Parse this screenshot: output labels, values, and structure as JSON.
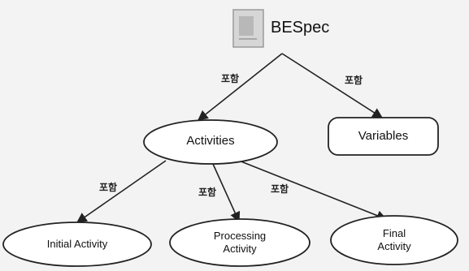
{
  "root": {
    "label": "BESpec",
    "icon": "document-icon"
  },
  "nodes": {
    "activities": "Activities",
    "variables": "Variables",
    "initial": "Initial Activity",
    "processing": "Processing Activity",
    "final": "Final Activity"
  },
  "edges": {
    "relation_label": "포함"
  },
  "colors": {
    "background": "#f3f3f3",
    "stroke": "#222222",
    "node_fill": "#ffffff"
  }
}
